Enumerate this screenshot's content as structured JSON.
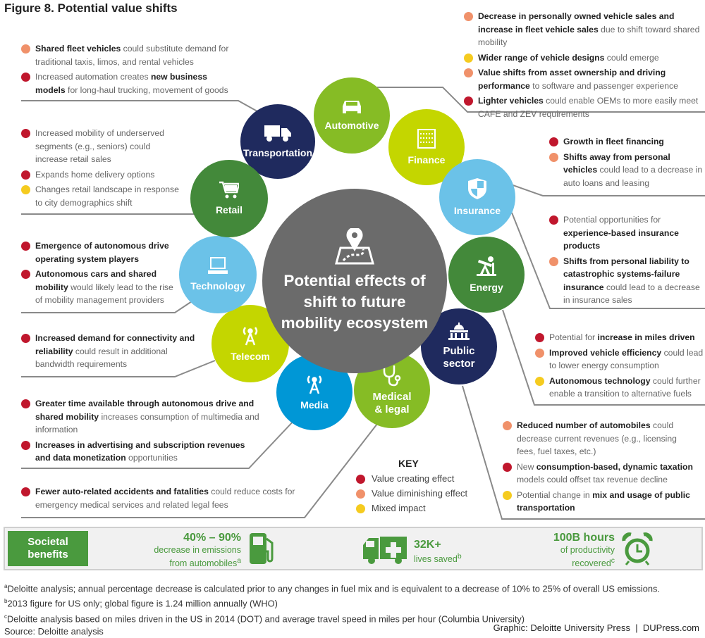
{
  "title": "Figure 8. Potential value shifts",
  "colors": {
    "creating": "#c0172d",
    "diminishing": "#f0916a",
    "mixed": "#f5cb1f"
  },
  "center": {
    "label": "Potential effects of shift to future mobility ecosystem",
    "icon": "map-pin-icon"
  },
  "circles": [
    {
      "id": "transportation",
      "label": "Transportation",
      "color": "#1f2a5e",
      "icon": "truck-icon"
    },
    {
      "id": "automotive",
      "label": "Automotive",
      "color": "#86bc25",
      "icon": "car-icon"
    },
    {
      "id": "finance",
      "label": "Finance",
      "color": "#c4d600",
      "icon": "abacus-icon"
    },
    {
      "id": "insurance",
      "label": "Insurance",
      "color": "#6bc2e8",
      "icon": "shield-icon"
    },
    {
      "id": "energy",
      "label": "Energy",
      "color": "#43893a",
      "icon": "oil-pump-icon"
    },
    {
      "id": "public",
      "label": "Public sector",
      "color": "#1f2a5e",
      "icon": "capitol-icon"
    },
    {
      "id": "medical",
      "label": "Medical & legal",
      "color": "#86bc25",
      "icon": "stethoscope-icon"
    },
    {
      "id": "media",
      "label": "Media",
      "color": "#0097d6",
      "icon": "antenna-icon"
    },
    {
      "id": "telecom",
      "label": "Telecom",
      "color": "#c4d600",
      "icon": "antenna-icon"
    },
    {
      "id": "technology",
      "label": "Technology",
      "color": "#6bc2e8",
      "icon": "laptop-icon"
    },
    {
      "id": "retail",
      "label": "Retail",
      "color": "#43893a",
      "icon": "cart-icon"
    }
  ],
  "sections": {
    "transportation": [
      {
        "effect": "diminishing",
        "segments": [
          {
            "text": "Shared fleet vehicles",
            "bold": true
          },
          {
            "text": " could substitute demand for traditional taxis, limos, and rental vehicles"
          }
        ]
      },
      {
        "effect": "creating",
        "segments": [
          {
            "text": "Increased automation creates "
          },
          {
            "text": "new business models",
            "bold": true
          },
          {
            "text": " for long-haul trucking, movement of goods"
          }
        ]
      }
    ],
    "retail": [
      {
        "effect": "creating",
        "segments": [
          {
            "text": "Increased mobility of underserved segments (e.g., seniors) could increase retail sales"
          }
        ]
      },
      {
        "effect": "creating",
        "segments": [
          {
            "text": "Expands home delivery options"
          }
        ]
      },
      {
        "effect": "mixed",
        "segments": [
          {
            "text": "Changes retail landscape in response to city demographics shift"
          }
        ]
      }
    ],
    "technology": [
      {
        "effect": "creating",
        "segments": [
          {
            "text": "Emergence of autonomous drive operating system players",
            "bold": true
          }
        ]
      },
      {
        "effect": "creating",
        "segments": [
          {
            "text": "Autonomous cars and shared mobility",
            "bold": true
          },
          {
            "text": " would likely lead to the rise of mobility management providers"
          }
        ]
      }
    ],
    "telecom": [
      {
        "effect": "creating",
        "segments": [
          {
            "text": "Increased demand for connectivity and reliability",
            "bold": true
          },
          {
            "text": " could result in additional bandwidth requirements"
          }
        ]
      }
    ],
    "media": [
      {
        "effect": "creating",
        "segments": [
          {
            "text": "Greater time available through autonomous drive and shared mobility",
            "bold": true
          },
          {
            "text": " increases consumption of multimedia and information"
          }
        ]
      },
      {
        "effect": "creating",
        "segments": [
          {
            "text": "Increases in advertising and subscription revenues and data monetization",
            "bold": true
          },
          {
            "text": " opportunities"
          }
        ]
      }
    ],
    "medical": [
      {
        "effect": "creating",
        "segments": [
          {
            "text": "Fewer auto-related accidents and fatalities",
            "bold": true
          },
          {
            "text": " could reduce costs for emergency medical services and related legal fees"
          }
        ]
      }
    ],
    "automotive": [
      {
        "effect": "diminishing",
        "segments": [
          {
            "text": "Decrease in personally owned vehicle sales and increase in fleet vehicle sales",
            "bold": true
          },
          {
            "text": " due to shift toward shared mobility"
          }
        ]
      },
      {
        "effect": "mixed",
        "segments": [
          {
            "text": "Wider range of vehicle designs",
            "bold": true
          },
          {
            "text": " could emerge"
          }
        ]
      },
      {
        "effect": "diminishing",
        "segments": [
          {
            "text": "Value shifts from asset ownership and driving performance",
            "bold": true
          },
          {
            "text": " to software and passenger experience"
          }
        ]
      },
      {
        "effect": "creating",
        "segments": [
          {
            "text": "Lighter vehicles",
            "bold": true
          },
          {
            "text": " could enable OEMs to more easily meet CAFE and ZEV requirements"
          }
        ]
      }
    ],
    "finance": [
      {
        "effect": "creating",
        "segments": [
          {
            "text": "Growth in fleet financing",
            "bold": true
          }
        ]
      },
      {
        "effect": "diminishing",
        "segments": [
          {
            "text": "Shifts away from personal vehicles",
            "bold": true
          },
          {
            "text": " could lead to a decrease in auto loans and leasing"
          }
        ]
      }
    ],
    "insurance": [
      {
        "effect": "creating",
        "segments": [
          {
            "text": "Potential opportunities for "
          },
          {
            "text": "experience-based insurance products",
            "bold": true
          }
        ]
      },
      {
        "effect": "diminishing",
        "segments": [
          {
            "text": "Shifts from personal liability to catastrophic systems-failure insurance",
            "bold": true
          },
          {
            "text": " could lead to a decrease in insurance sales"
          }
        ]
      }
    ],
    "energy": [
      {
        "effect": "creating",
        "segments": [
          {
            "text": "Potential for "
          },
          {
            "text": "increase in miles driven",
            "bold": true
          }
        ]
      },
      {
        "effect": "diminishing",
        "segments": [
          {
            "text": "Improved vehicle efficiency",
            "bold": true
          },
          {
            "text": " could lead to lower energy consumption"
          }
        ]
      },
      {
        "effect": "mixed",
        "segments": [
          {
            "text": "Autonomous technology",
            "bold": true
          },
          {
            "text": " could further enable a transition to alternative fuels"
          }
        ]
      }
    ],
    "public": [
      {
        "effect": "diminishing",
        "segments": [
          {
            "text": "Reduced number of automobiles",
            "bold": true
          },
          {
            "text": " could decrease current revenues (e.g., licensing fees, fuel taxes, etc.)"
          }
        ]
      },
      {
        "effect": "creating",
        "segments": [
          {
            "text": "New "
          },
          {
            "text": "consumption-based, dynamic taxation",
            "bold": true
          },
          {
            "text": " models could offset tax revenue decline"
          }
        ]
      },
      {
        "effect": "mixed",
        "segments": [
          {
            "text": "Potential change in "
          },
          {
            "text": "mix and usage of public transportation",
            "bold": true
          }
        ]
      }
    ]
  },
  "key": {
    "title": "KEY",
    "items": [
      "Value creating effect",
      "Value diminishing effect",
      "Mixed impact"
    ]
  },
  "benefits": {
    "label": "Societal benefits",
    "emissions": {
      "value": "40% – 90%",
      "line1": "decrease in emissions",
      "line2": "from automobiles",
      "note": "a",
      "icon": "fuel-pump-icon"
    },
    "lives": {
      "value": "32K+",
      "line1": "lives saved",
      "note": "b",
      "icon": "ambulance-icon"
    },
    "hours": {
      "value": "100B hours",
      "line1": "of productivity",
      "line2": "recovered",
      "note": "c",
      "icon": "alarm-clock-icon"
    }
  },
  "footnotes": [
    {
      "mark": "a",
      "text": "Deloitte analysis; annual percentage decrease is calculated prior to any changes in fuel mix and is equivalent to a decrease of 10% to 25% of overall US emissions."
    },
    {
      "mark": "b",
      "text": "2013 figure for US only; global figure is 1.24 million annually (WHO)"
    },
    {
      "mark": "c",
      "text": "Deloitte analysis based on miles driven in the US in 2014 (DOT) and average travel speed in miles per hour (Columbia University)"
    }
  ],
  "source": "Source: Deloitte analysis",
  "credit": "Graphic: Deloitte University Press  |  DUPress.com"
}
